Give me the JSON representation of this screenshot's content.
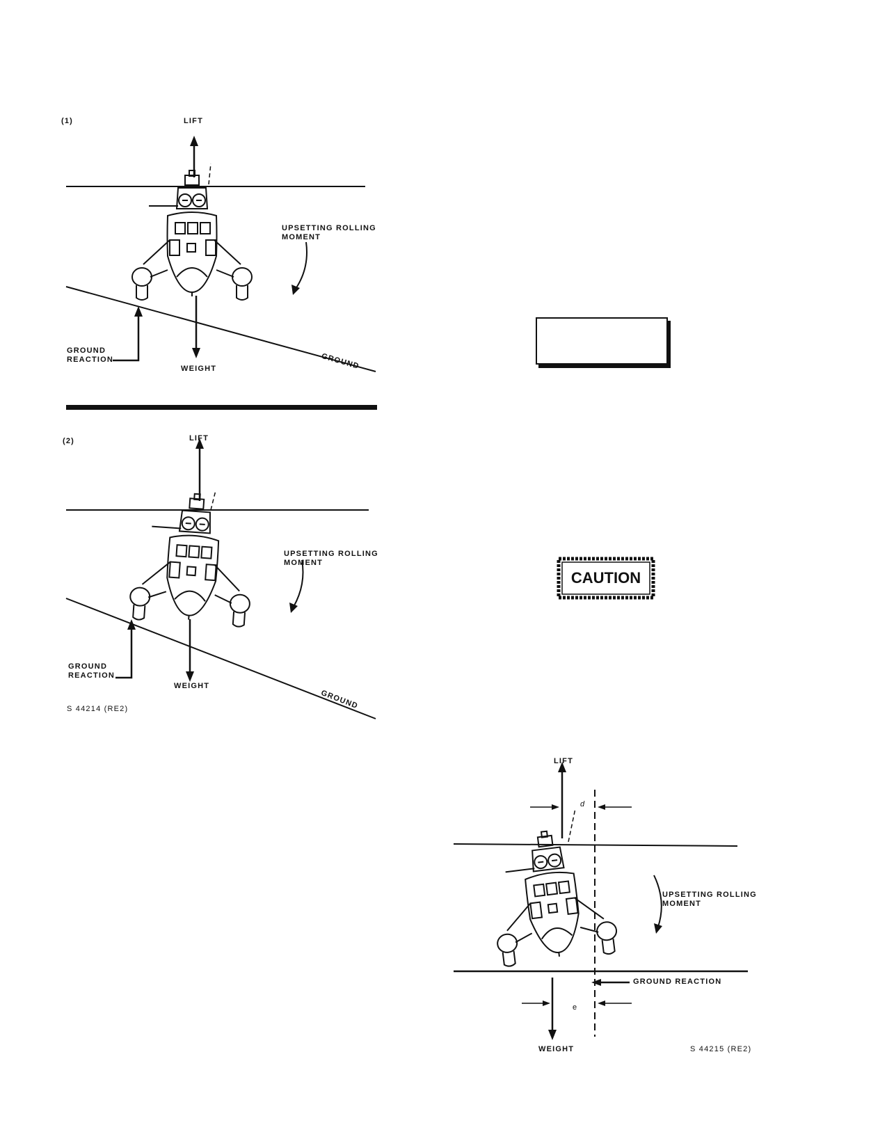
{
  "figure1": {
    "panel_number": "(1)",
    "lift": "LIFT",
    "upsetting": "UPSETTING ROLLING\nMOMENT",
    "ground_reaction": "GROUND\nREACTION",
    "weight": "WEIGHT",
    "ground": "GROUND"
  },
  "figure2": {
    "panel_number": "(2)",
    "lift": "LIFT",
    "upsetting": "UPSETTING ROLLING\nMOMENT",
    "ground_reaction": "GROUND\nREACTION",
    "weight": "WEIGHT",
    "ground": "GROUND",
    "ref": "S 44214 (RE2)"
  },
  "figure3": {
    "lift": "LIFT",
    "d_label": "d",
    "upsetting": "UPSETTING ROLLING\nMOMENT",
    "ground_reaction": "GROUND REACTION",
    "e_label": "e",
    "weight": "WEIGHT",
    "ref": "S 44215 (RE2)"
  },
  "warning_box": {
    "title": ""
  },
  "caution": {
    "title": "CAUTION"
  }
}
